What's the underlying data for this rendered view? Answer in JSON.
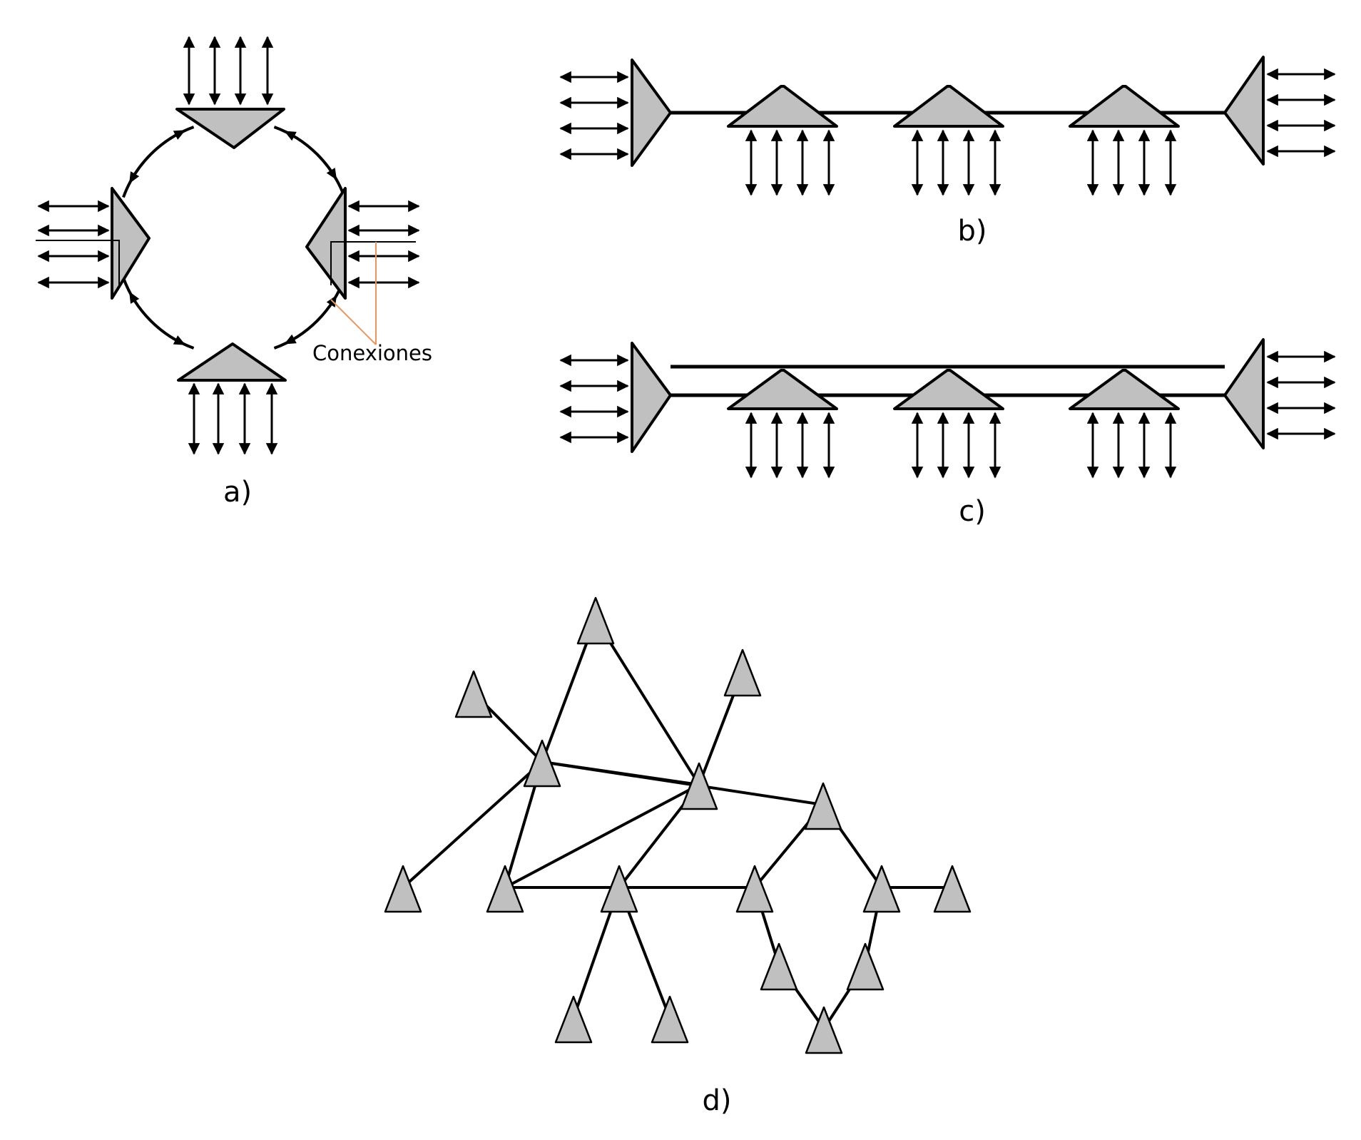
{
  "labels": {
    "a": "a)",
    "b": "b)",
    "c": "c)",
    "d": "d)",
    "conexiones": "Conexiones"
  },
  "colors": {
    "node_fill": "#c0c0c0",
    "stroke": "#000000",
    "callout": "#f0935a"
  }
}
